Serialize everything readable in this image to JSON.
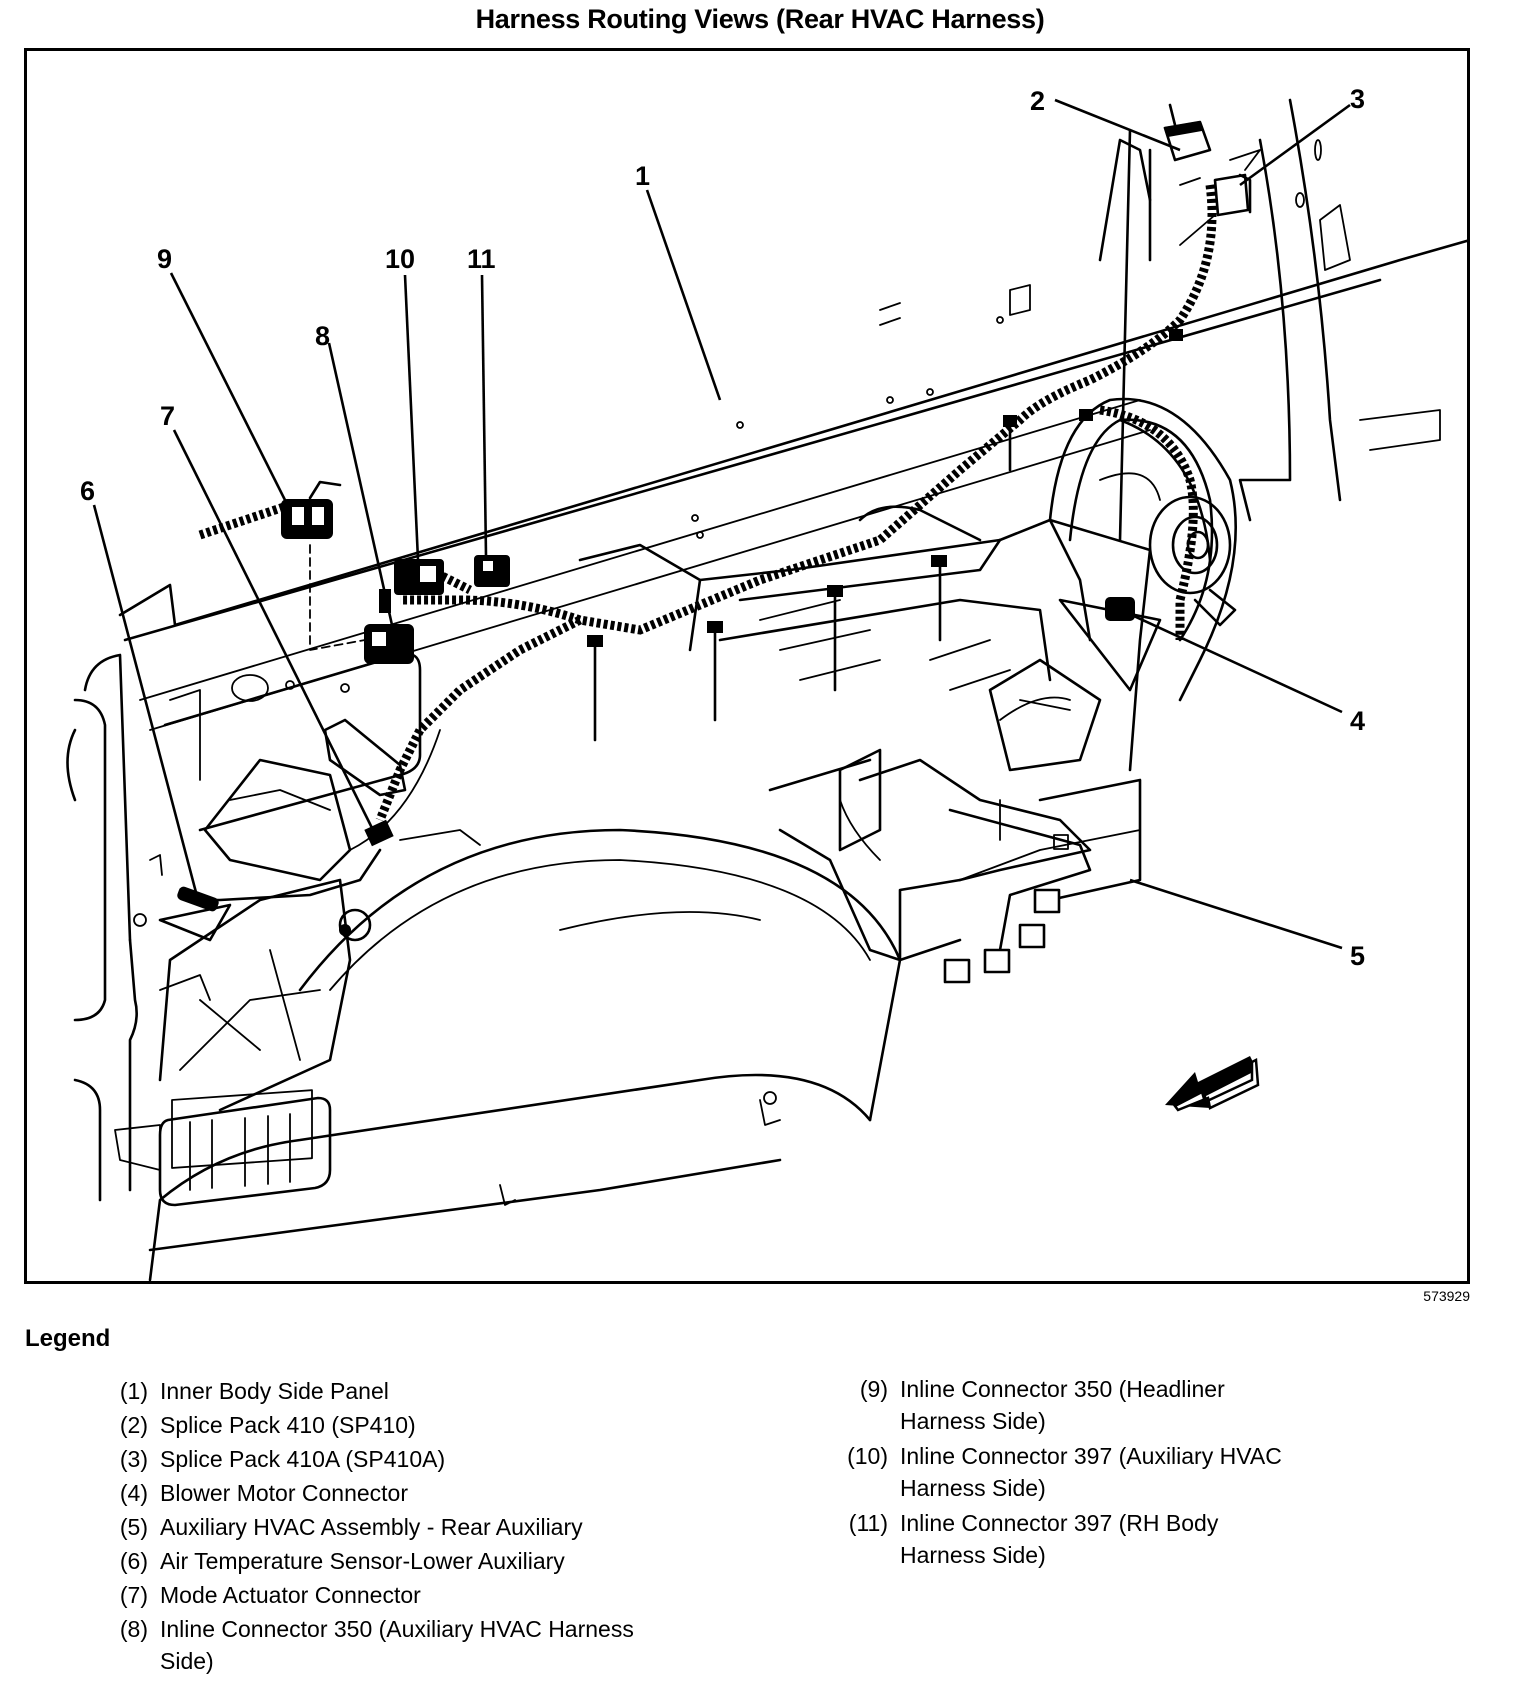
{
  "page": {
    "title": "Harness Routing Views (Rear HVAC Harness)",
    "figure_id": "573929"
  },
  "diagram": {
    "callouts": [
      {
        "id": "1",
        "label": "1"
      },
      {
        "id": "2",
        "label": "2"
      },
      {
        "id": "3",
        "label": "3"
      },
      {
        "id": "4",
        "label": "4"
      },
      {
        "id": "5",
        "label": "5"
      },
      {
        "id": "6",
        "label": "6"
      },
      {
        "id": "7",
        "label": "7"
      },
      {
        "id": "8",
        "label": "8"
      },
      {
        "id": "9",
        "label": "9"
      },
      {
        "id": "10",
        "label": "10"
      },
      {
        "id": "11",
        "label": "11"
      }
    ],
    "direction_arrow": "front-of-vehicle-arrow"
  },
  "legend": {
    "title": "Legend",
    "items": [
      {
        "num": "(1)",
        "text": "Inner Body Side Panel"
      },
      {
        "num": "(2)",
        "text": "Splice Pack 410 (SP410)"
      },
      {
        "num": "(3)",
        "text": "Splice Pack 410A (SP410A)"
      },
      {
        "num": "(4)",
        "text": "Blower Motor Connector"
      },
      {
        "num": "(5)",
        "text": "Auxiliary HVAC Assembly - Rear Auxiliary"
      },
      {
        "num": "(6)",
        "text": "Air Temperature Sensor-Lower Auxiliary"
      },
      {
        "num": "(7)",
        "text": "Mode Actuator Connector"
      },
      {
        "num": "(8)",
        "text": "Inline Connector 350 (Auxiliary HVAC Harness Side)"
      },
      {
        "num": "(9)",
        "text": "Inline Connector 350 (Headliner Harness Side)"
      },
      {
        "num": "(10)",
        "text": "Inline Connector 397 (Auxiliary HVAC Harness Side)"
      },
      {
        "num": "(11)",
        "text": "Inline Connector 397 (RH Body Harness Side)"
      }
    ]
  }
}
